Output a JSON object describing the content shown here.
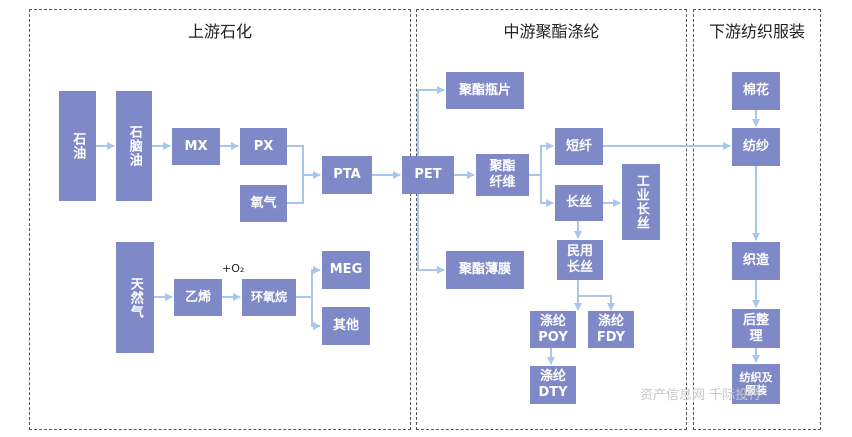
{
  "sections": {
    "upstream": "上游石化",
    "midstream": "中游聚酯涤纶",
    "downstream": "下游纺织服装"
  },
  "nodes": {
    "oil": "石油",
    "naphtha": "石脑油",
    "mx": "MX",
    "px": "PX",
    "oxygen": "氧气",
    "pta": "PTA",
    "pet": "PET",
    "bottle_chip": "聚酯瓶片",
    "polyester_fiber": "聚酯\n纤维",
    "polyester_film": "聚酯薄膜",
    "staple": "短纤",
    "filament": "长丝",
    "industrial_filament": "工业长丝",
    "civil_filament": "民用\n长丝",
    "poy": "涤纶\nPOY",
    "fdy": "涤纶\nFDY",
    "dty": "涤纶\nDTY",
    "natural_gas": "天然气",
    "ethylene": "乙烯",
    "ethylene_oxide": "环氧烷",
    "meg": "MEG",
    "other": "其他",
    "cotton": "棉花",
    "spinning": "纺纱",
    "weaving": "织造",
    "finishing": "后整\n理",
    "textile_garment": "纺织及\n服装"
  },
  "annotations": {
    "plus_o2": "+O₂",
    "watermark": "资产信息网 千际投行"
  },
  "colors": {
    "node_fill": "#7f89c8",
    "connector": "#a9c6ec"
  }
}
